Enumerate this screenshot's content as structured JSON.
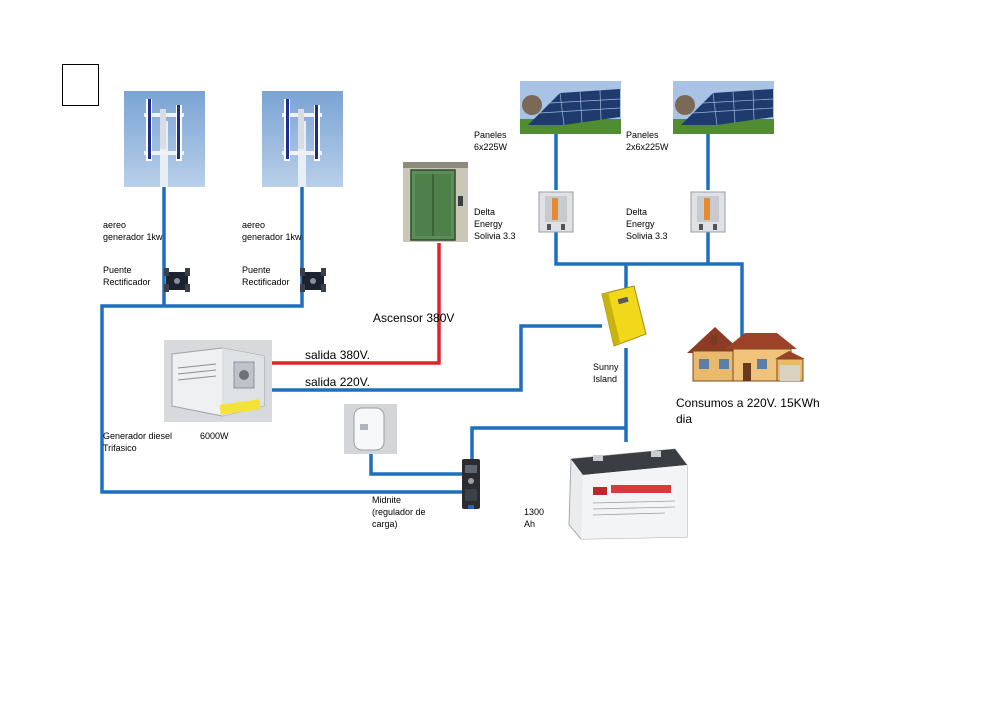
{
  "colors": {
    "dc_wire": "#1e6fbd",
    "ac_wire": "#e0242a"
  },
  "labels": {
    "wind1": "aereo\ngenerador 1kw",
    "wind2": "aereo\ngenerador 1kw",
    "rect1": "Puente\nRectificador",
    "rect2": "Puente\nRectificador",
    "panels1": "Paneles\n6x225W",
    "panels2": "Paneles\n2x6x225W",
    "inverter1": "Delta\nEnergy\nSolivia 3.3",
    "inverter2": "Delta\nEnergy\nSolivia 3.3",
    "elevator": "Ascensor 380V",
    "out380": "salida 380V.",
    "out220": "salida 220V.",
    "sunny": "Sunny\nIsland",
    "consumption": "Consumos a 220V. 15KWh\ndia",
    "generator": "Generador diesel\nTrifasico",
    "generator_power": "6000W",
    "midnite": "Midnite\n(regulador de\ncarga)",
    "battery": "1300\nAh"
  },
  "icons": [
    "wind-turbine-icon",
    "bridge-rectifier-icon",
    "solar-panel-icon",
    "inverter-icon",
    "elevator-icon",
    "sunny-island-icon",
    "house-icon",
    "diesel-generator-icon",
    "water-heater-icon",
    "charge-controller-icon",
    "battery-icon"
  ]
}
